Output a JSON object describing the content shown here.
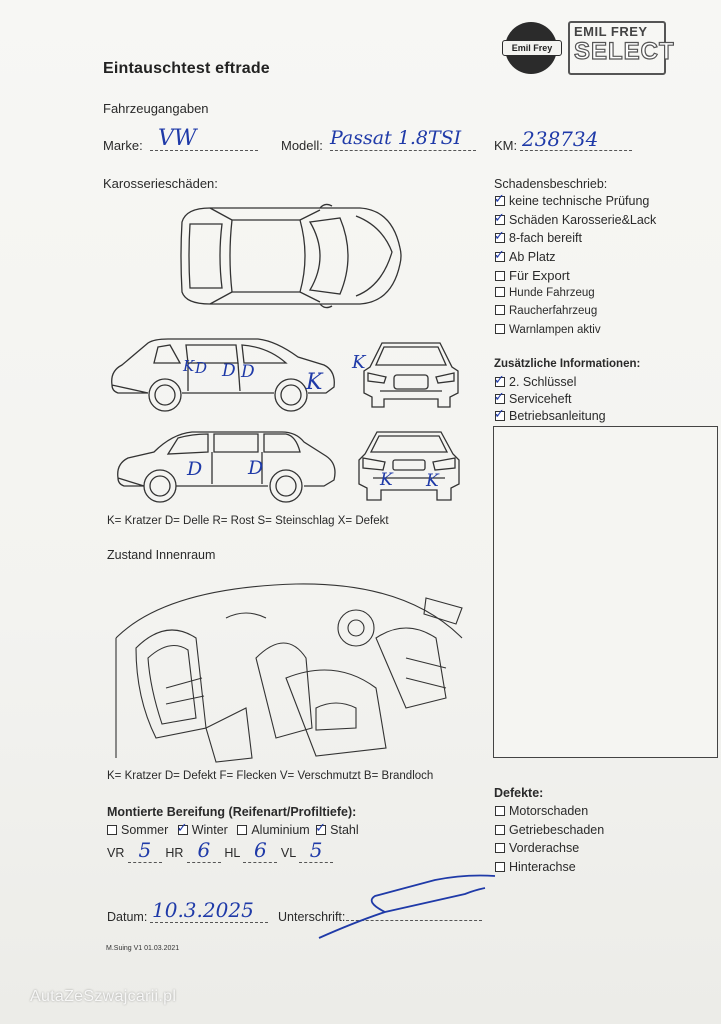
{
  "logo": {
    "seal_text": "Emil Frey",
    "brand_line1": "EMIL FREY",
    "brand_line2": "SELECT"
  },
  "title": "Eintauschtest eftrade",
  "vehicle": {
    "section_label": "Fahrzeugangaben",
    "brand_label": "Marke:",
    "brand_value": "VW",
    "model_label": "Modell:",
    "model_value": "Passat 1.8TSI",
    "km_label": "KM:",
    "km_value": "238734"
  },
  "body_damage": {
    "label": "Karosserieschäden:",
    "legend": "K= Kratzer D= Delle R= Rost S= Steinschlag X= Defekt",
    "marks": [
      "K",
      "D",
      "D",
      "D",
      "K",
      "K",
      "D",
      "D",
      "K",
      "K"
    ]
  },
  "damage_description": {
    "label": "Schadensbeschrieb:",
    "items": [
      {
        "label": "keine technische Prüfung",
        "checked": true
      },
      {
        "label": "Schäden Karosserie&Lack",
        "checked": true
      },
      {
        "label": "8-fach bereift",
        "checked": true
      },
      {
        "label": "Ab Platz",
        "checked": true
      },
      {
        "label": "Für Export",
        "checked": false
      },
      {
        "label": "Hunde Fahrzeug",
        "checked": false
      },
      {
        "label": "Raucherfahrzeug",
        "checked": false
      },
      {
        "label": "Warnlampen aktiv",
        "checked": false
      }
    ]
  },
  "additional_info": {
    "label": "Zusätzliche Informationen:",
    "items": [
      {
        "label": "2. Schlüssel",
        "checked": true
      },
      {
        "label": "Serviceheft",
        "checked": true
      },
      {
        "label": "Betriebsanleitung",
        "checked": true
      }
    ]
  },
  "interior": {
    "label": "Zustand Innenraum",
    "legend": "K= Kratzer D= Defekt F= Flecken V= Verschmutzt B= Brandloch"
  },
  "tires": {
    "label": "Montierte Bereifung (Reifenart/Profiltiefe):",
    "options": [
      {
        "label": "Sommer",
        "checked": false
      },
      {
        "label": "Winter",
        "checked": true
      },
      {
        "label": "Aluminium",
        "checked": false
      },
      {
        "label": "Stahl",
        "checked": true
      }
    ],
    "depths": [
      {
        "label": "VR",
        "value": "5"
      },
      {
        "label": "HR",
        "value": "6"
      },
      {
        "label": "HL",
        "value": "6"
      },
      {
        "label": "VL",
        "value": "5"
      }
    ]
  },
  "defects": {
    "label": "Defekte:",
    "items": [
      {
        "label": "Motorschaden",
        "checked": false
      },
      {
        "label": "Getriebeschaden",
        "checked": false
      },
      {
        "label": "Vorderachse",
        "checked": false
      },
      {
        "label": "Hinterachse",
        "checked": false
      }
    ]
  },
  "footer": {
    "date_label": "Datum:",
    "date_value": "10.3.2025",
    "signature_label": "Unterschrift:",
    "version": "M.Suing V1 01.03.2021"
  },
  "watermark": "AutaZeSzwajcarii.pl",
  "colors": {
    "ink_blue": "#1f3aa8",
    "print": "#2a2a2a",
    "paper": "#f5f5f2"
  }
}
